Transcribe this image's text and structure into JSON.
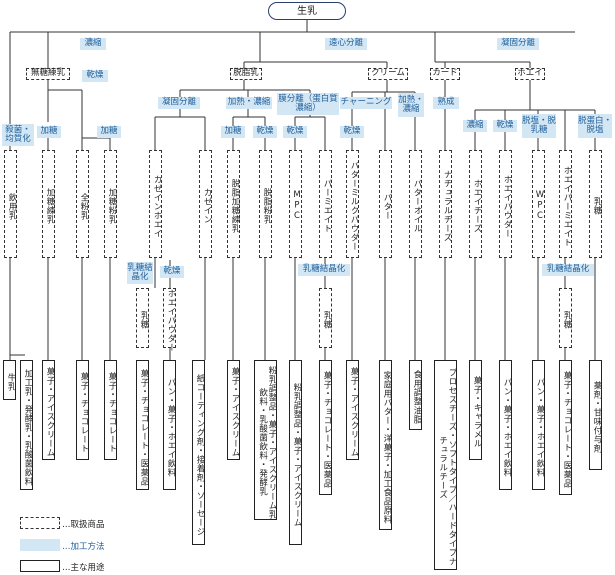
{
  "root": "生乳",
  "processes": {
    "concentrate": "濃縮",
    "centrifuge": "遠心分離",
    "coagulate": "凝固分離",
    "sterilize": "殺菌・均質化",
    "sugar_a": "加糖",
    "dry_a": "乾燥",
    "sugar_b": "加糖",
    "coag_sep": "凝固分離",
    "heat_conc": "加熱・濃縮",
    "membrane": "膜分離（蛋白質濃縮）",
    "sugar_c": "加糖",
    "dry_c": "乾燥",
    "dry_d": "乾燥",
    "churning": "チャーニング",
    "heat_conc2": "加熱・濃縮",
    "ripen": "熟成",
    "dry_e": "乾燥",
    "lactose_cryst": "乳糖結晶化",
    "dry_f": "乾燥",
    "lactose_cryst2": "乳糖結晶化",
    "conc_w": "濃縮",
    "dry_w": "乾燥",
    "desalt": "脱塩・脱乳糖",
    "deprotein": "脱蛋白・脱塩",
    "lactose_cryst3": "乳糖結晶化"
  },
  "products": {
    "unsweet_cond": "無糖練乳",
    "skim": "脱脂乳",
    "cream": "クリーム",
    "curd": "カード",
    "whey": "ホエイ",
    "drinking_milk": "飲用乳",
    "sweet_cond": "加糖練乳",
    "whole_powder": "全粉乳",
    "sweet_powder": "加糖粉乳",
    "casein_whey": "カゼインホエイ",
    "casein": "カゼイン",
    "sweet_skim_cond": "脱脂加糖練乳",
    "skim_powder": "脱脂粉乳",
    "mpc": "MPC",
    "permeate": "パーミエイト",
    "buttermilk_powder": "バターミルクパウダー",
    "butter": "バター",
    "butter_oil": "バターオイル",
    "natural_cheese": "ナチュラルチーズ",
    "whey_cheese": "ホエイチーズ",
    "whey_powder": "ホエイパウダー",
    "wpc": "WPC",
    "whey_permeate": "ホエイパーミエイト",
    "lactose_w": "乳糖",
    "lactose_a": "乳糖",
    "whey_powder2": "ホエイパウダー",
    "lactose_b": "乳糖",
    "lactose_c": "乳糖"
  },
  "uses": {
    "u_milk": "牛乳",
    "u_processed": "加工乳・発酵乳・乳酸菌飲料",
    "u1": "菓子・アイスクリーム",
    "u2": "菓子・チョコレート",
    "u3": "菓子・チョコレート",
    "u4": "菓子・チョコレート・医薬品",
    "u5": "パン・菓子・ホエイ飲料",
    "u6": "紙コーティング剤・接着剤・ソーセージ",
    "u7": "菓子・アイスクリーム",
    "u8": "粉乳調整品・菓子・アイスクリーム乳飲料・乳酸菌飲料・発酵乳",
    "u9": "粉乳調整品・菓子・アイスクリーム",
    "u10": "菓子・チョコレート・医薬品",
    "u11": "菓子・アイスクリーム",
    "u12": "家庭用バター・洋菓子・加工食品原料",
    "u13": "食用調整油脂",
    "u14": "プロセスチーズ・ソフトタイプ／ハードタイプナチュラルチーズ",
    "u15": "菓子・キャラメル",
    "u16": "パン・菓子・ホエイ飲料",
    "u17": "パン・菓子・ホエイ飲料",
    "u18": "菓子・チョコレート・医薬品",
    "u19": "薬剤・甘味付与剤"
  },
  "legend": {
    "product": "…取扱商品",
    "process": "…加工方法",
    "use": "…主な用途"
  }
}
